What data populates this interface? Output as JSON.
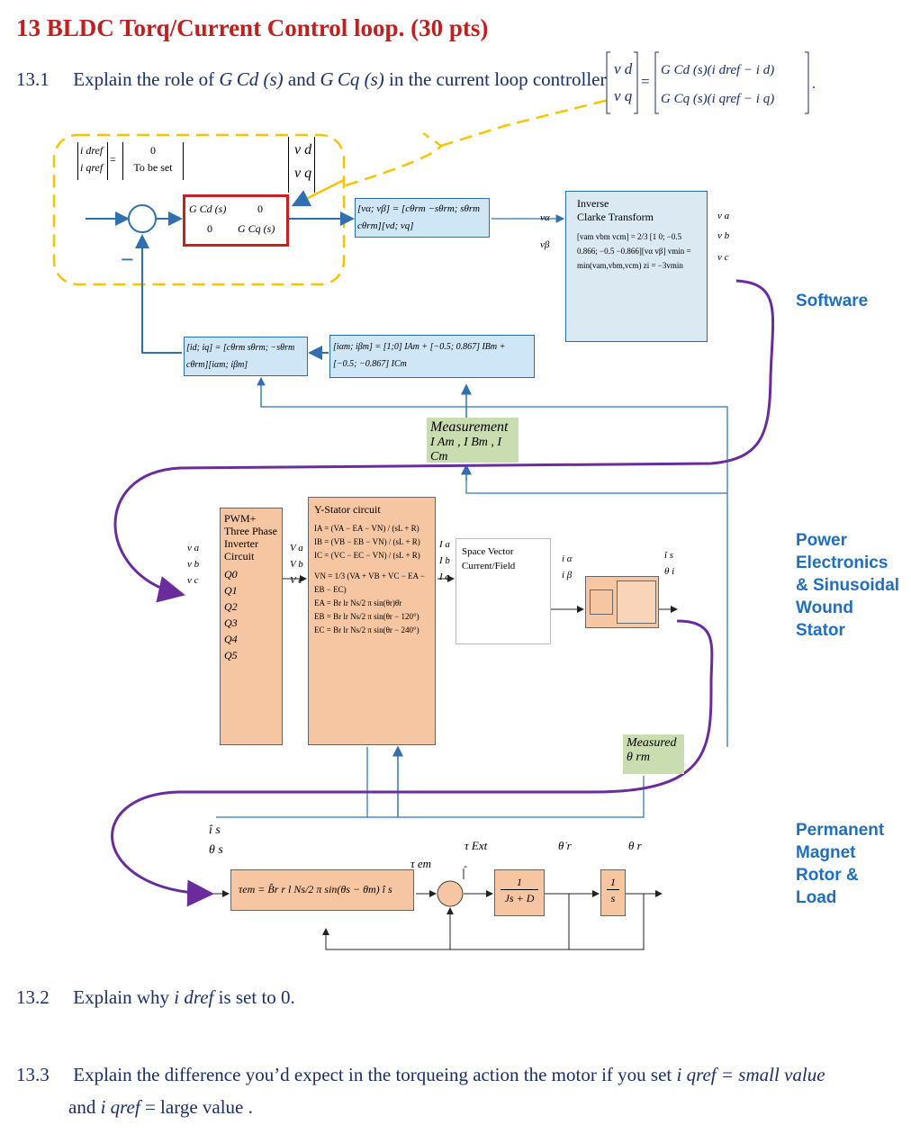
{
  "title": "13  BLDC Torq/Current Control loop.   (30 pts)",
  "q1": {
    "num": "13.1",
    "text": "Explain the role of",
    "gcd": "G Cd (s)",
    "and": "and",
    "gcq": "G Cq (s)",
    "tail": "in the current loop controller",
    "eq_left_top": "v d",
    "eq_left_bot": "v q",
    "eq_right_top": "G Cd (s)(i dref − i d)",
    "eq_right_bot": "G Cq (s)(i qref − i q)"
  },
  "diagram": {
    "ref_vec_top": "i dref",
    "ref_vec_bot": "i qref",
    "ref_val_top": "0",
    "ref_val_bot": "To be set",
    "vdq_top": "v d",
    "vdq_bot": "v q",
    "controller_11": "G Cd (s)",
    "controller_12": "0",
    "controller_21": "0",
    "controller_22": "G Cq (s)",
    "minus_sign": "−",
    "park_inv": "[vα; vβ] = [cθrm  −sθrm; sθrm  cθrm][vd; vq]",
    "valpha": "vα",
    "vbeta": "vβ",
    "clarke_title_1": "Inverse",
    "clarke_title_2": "Clarke Transform",
    "clarke_body": "[vam vbm vcm] = 2/3 [1 0; −0.5 0.866; −0.5 −0.866][vα vβ]   vmin = min(vam,vbm,vcm)   zi = −3vmin",
    "va": "v a",
    "vb": "v b",
    "vc": "v c",
    "software": "Software",
    "park_fwd": "[id; iq] = [cθrm  sθrm; −sθrm  cθrm][iαm; iβm]",
    "clarke_fwd": "[iαm; iβm] = [1;0] IAm + [−0.5; 0.867] IBm + [−0.5; −0.867] ICm",
    "measurement_label": "Measurement",
    "measurement_vars": "I Am , I Bm , I Cm",
    "pwm_title": "PWM+ Three Phase Inverter Circuit",
    "pwm_switches": [
      "Q0",
      "Q1",
      "Q2",
      "Q3",
      "Q4",
      "Q5"
    ],
    "in_va": "v a",
    "in_vb": "v b",
    "in_vc": "v c",
    "out_Va": "V a",
    "out_Vb": "V b",
    "out_Vc": "V c",
    "stator_title": "Y-Stator circuit",
    "stator_eq_1": "IA = (VA − EA − VN) / (sL + R)",
    "stator_eq_2": "IB = (VB − EB − VN) / (sL + R)",
    "stator_eq_3": "IC = (VC − EC − VN) / (sL + R)",
    "stator_eq_4": "VN = 1/3 (VA + VB + VC − EA − EB − EC)",
    "stator_eq_5": "EA = Br lr Ns/2 π sin(θr)θ̇r",
    "stator_eq_6": "EB = Br lr Ns/2 π sin(θr − 120°)",
    "stator_eq_7": "EC = Br lr Ns/2 π sin(θr − 240°)",
    "ia": "I a",
    "ib": "I b",
    "ic": "I c",
    "sv_title_1": "Space Vector",
    "sv_title_2": "Current/Field",
    "i_alpha": "i α",
    "i_beta": "i β",
    "is_hat": "î s",
    "theta_i": "θ i",
    "power_electronics": "Power Electronics & Sinusoidal Wound Stator",
    "measured_label": "Measured",
    "theta_rm": "θ rm",
    "is_hat_2": "î s",
    "theta_s": "θ s",
    "torque_eq": "τem = B̂r r l Ns/2 π sin(θs − θm) î s",
    "tau_em": "τ em",
    "tau_ext": "τ Ext",
    "theta_dot": "θ̇ r",
    "theta_r": "θ r",
    "mech_tf_num": "1",
    "mech_tf_den": "Js + D",
    "integ_num": "1",
    "integ_den": "s",
    "pm_label": "Permanent Magnet Rotor & Load"
  },
  "q2": {
    "num": "13.2",
    "text": "Explain why",
    "var": "i dref",
    "tail": "is set to 0."
  },
  "q3": {
    "num": "13.3",
    "text": "Explain the difference you’d expect in the torqueing action the motor if you set",
    "var1": "i qref",
    "val1": "= small value",
    "line2_and": "and",
    "var2": "i qref",
    "val2": "= large value ."
  }
}
